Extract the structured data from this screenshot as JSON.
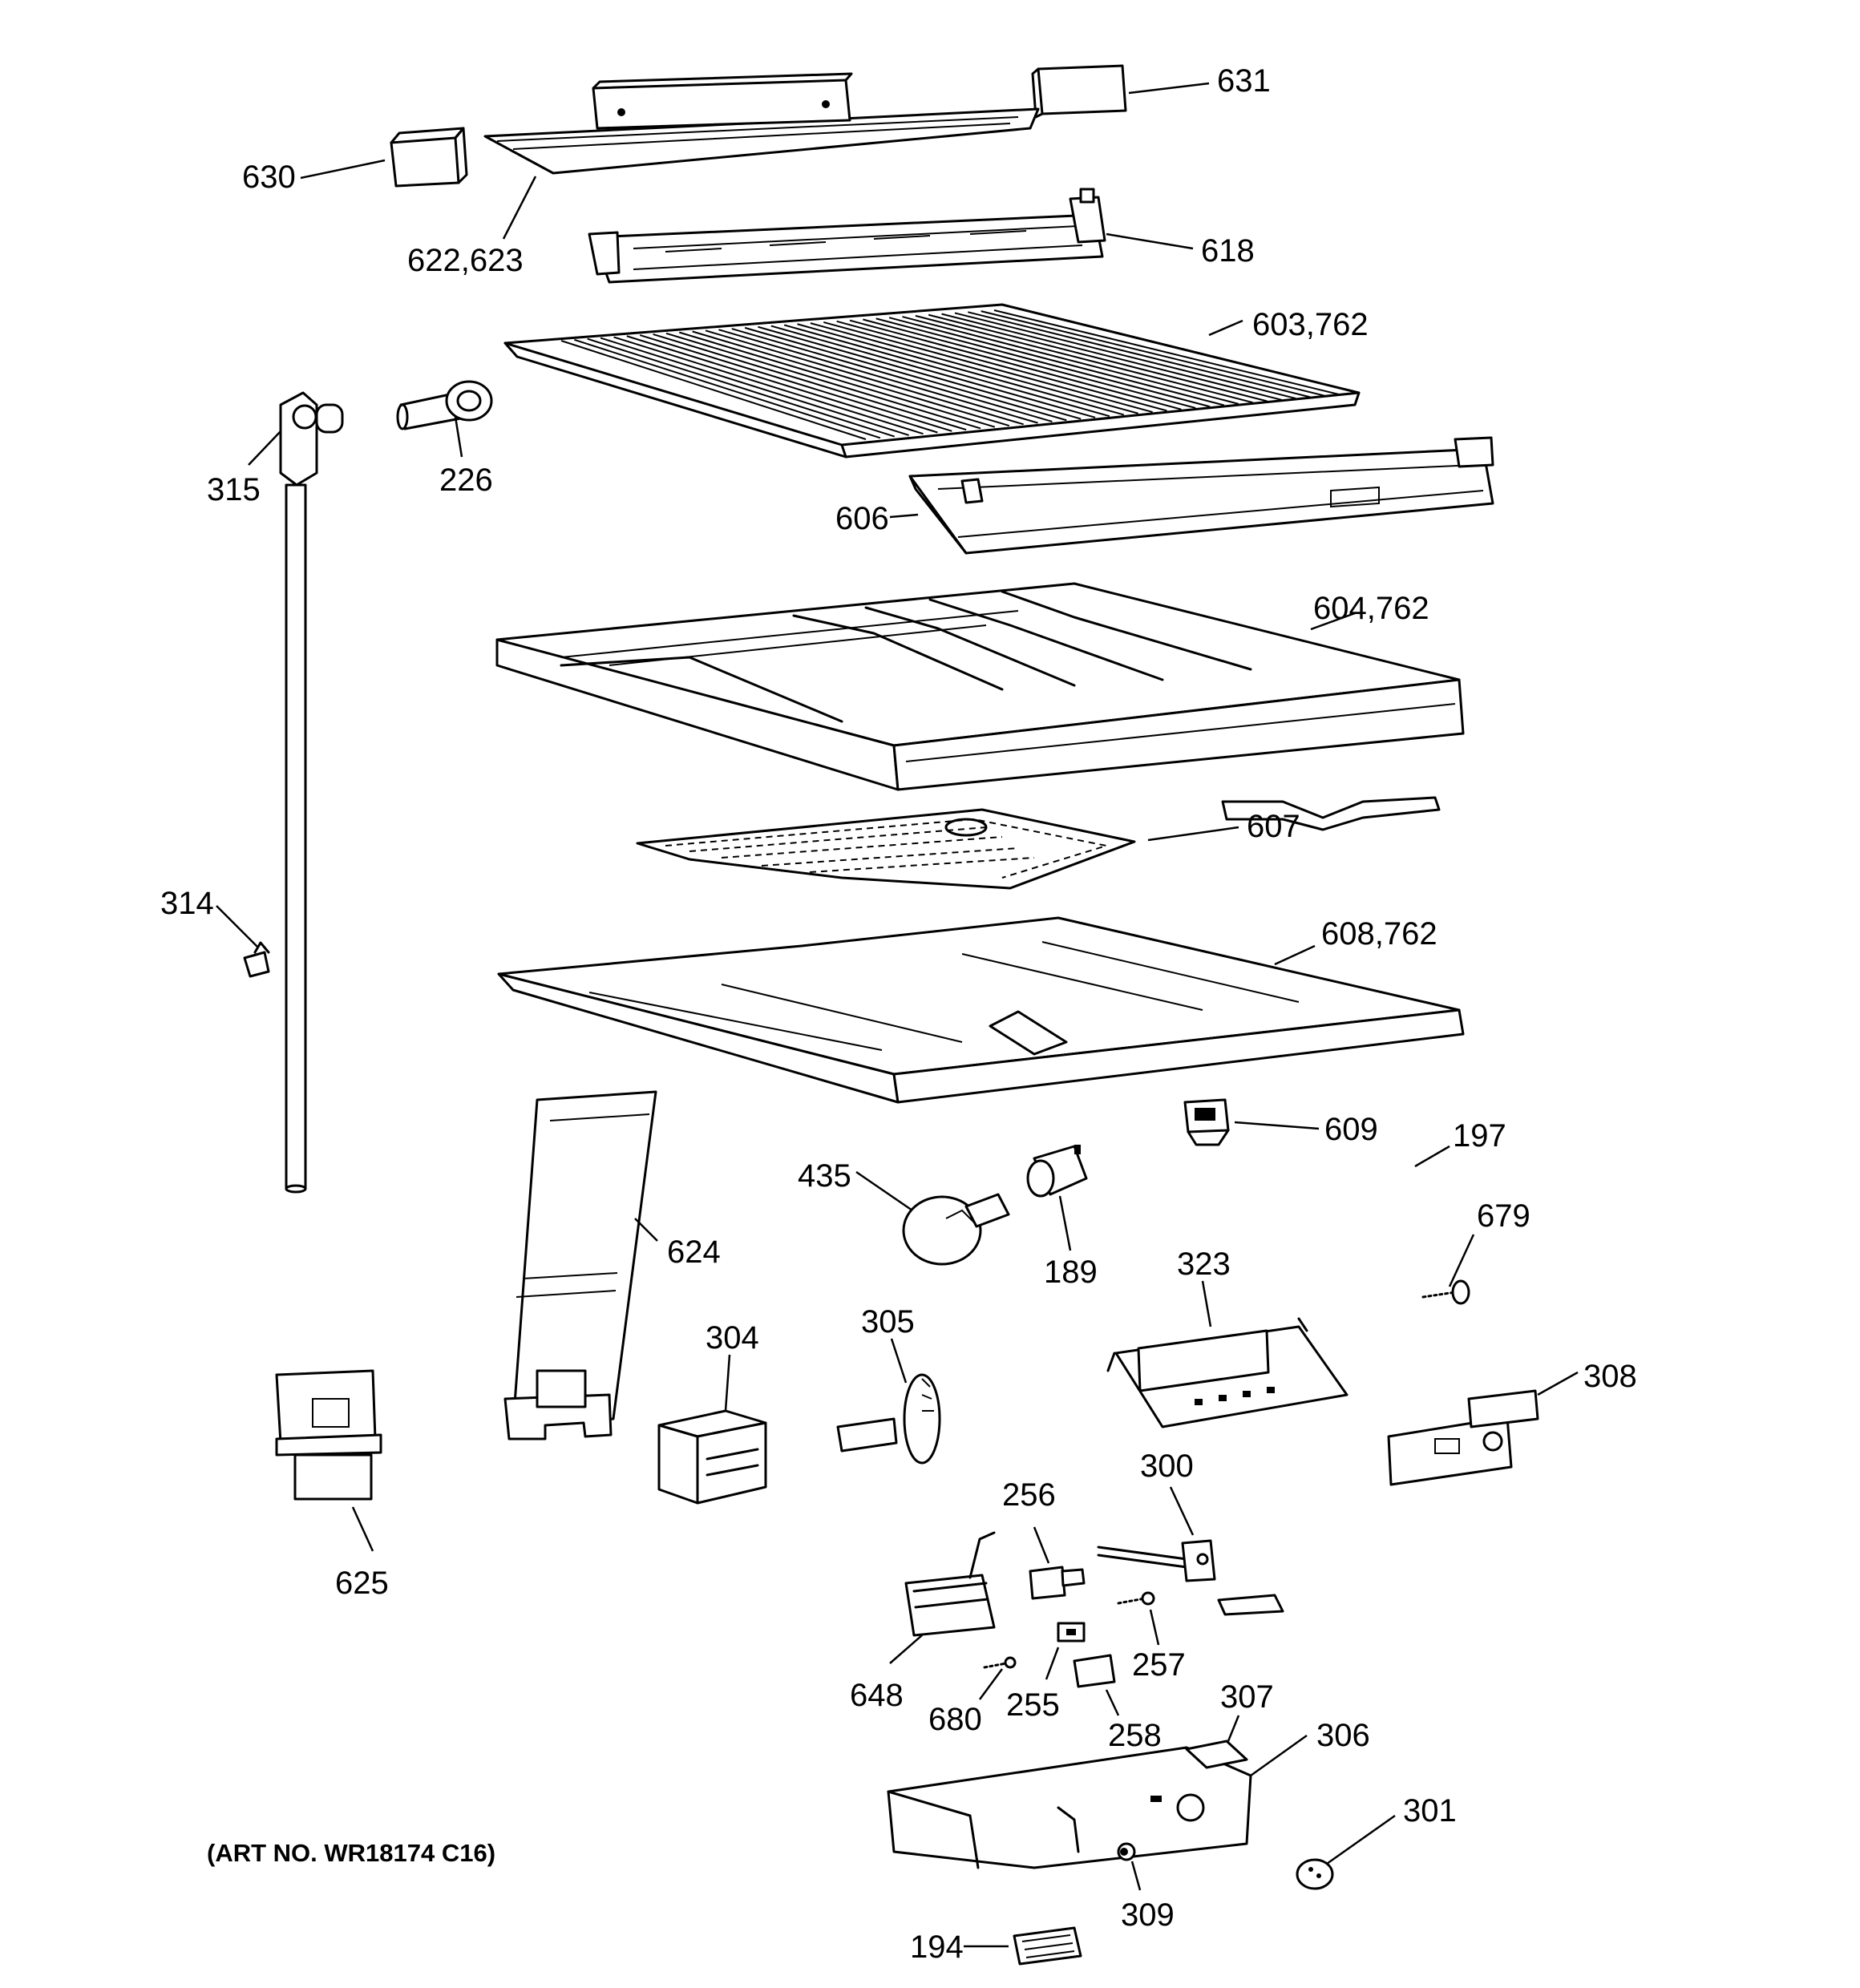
{
  "diagram": {
    "art_number": "(ART NO. WR18174 C16)",
    "callouts": {
      "c631": "631",
      "c630": "630",
      "c622_623": "622,623",
      "c618": "618",
      "c603_762": "603,762",
      "c315": "315",
      "c226": "226",
      "c606": "606",
      "c604_762": "604,762",
      "c607": "607",
      "c314": "314",
      "c608_762": "608,762",
      "c609": "609",
      "c197": "197",
      "c435": "435",
      "c189": "189",
      "c624": "624",
      "c679": "679",
      "c323": "323",
      "c304": "304",
      "c305": "305",
      "c308": "308",
      "c625": "625",
      "c256": "256",
      "c300": "300",
      "c257": "257",
      "c648": "648",
      "c680": "680",
      "c255": "255",
      "c258": "258",
      "c307": "307",
      "c306": "306",
      "c301": "301",
      "c309": "309",
      "c194": "194"
    }
  }
}
